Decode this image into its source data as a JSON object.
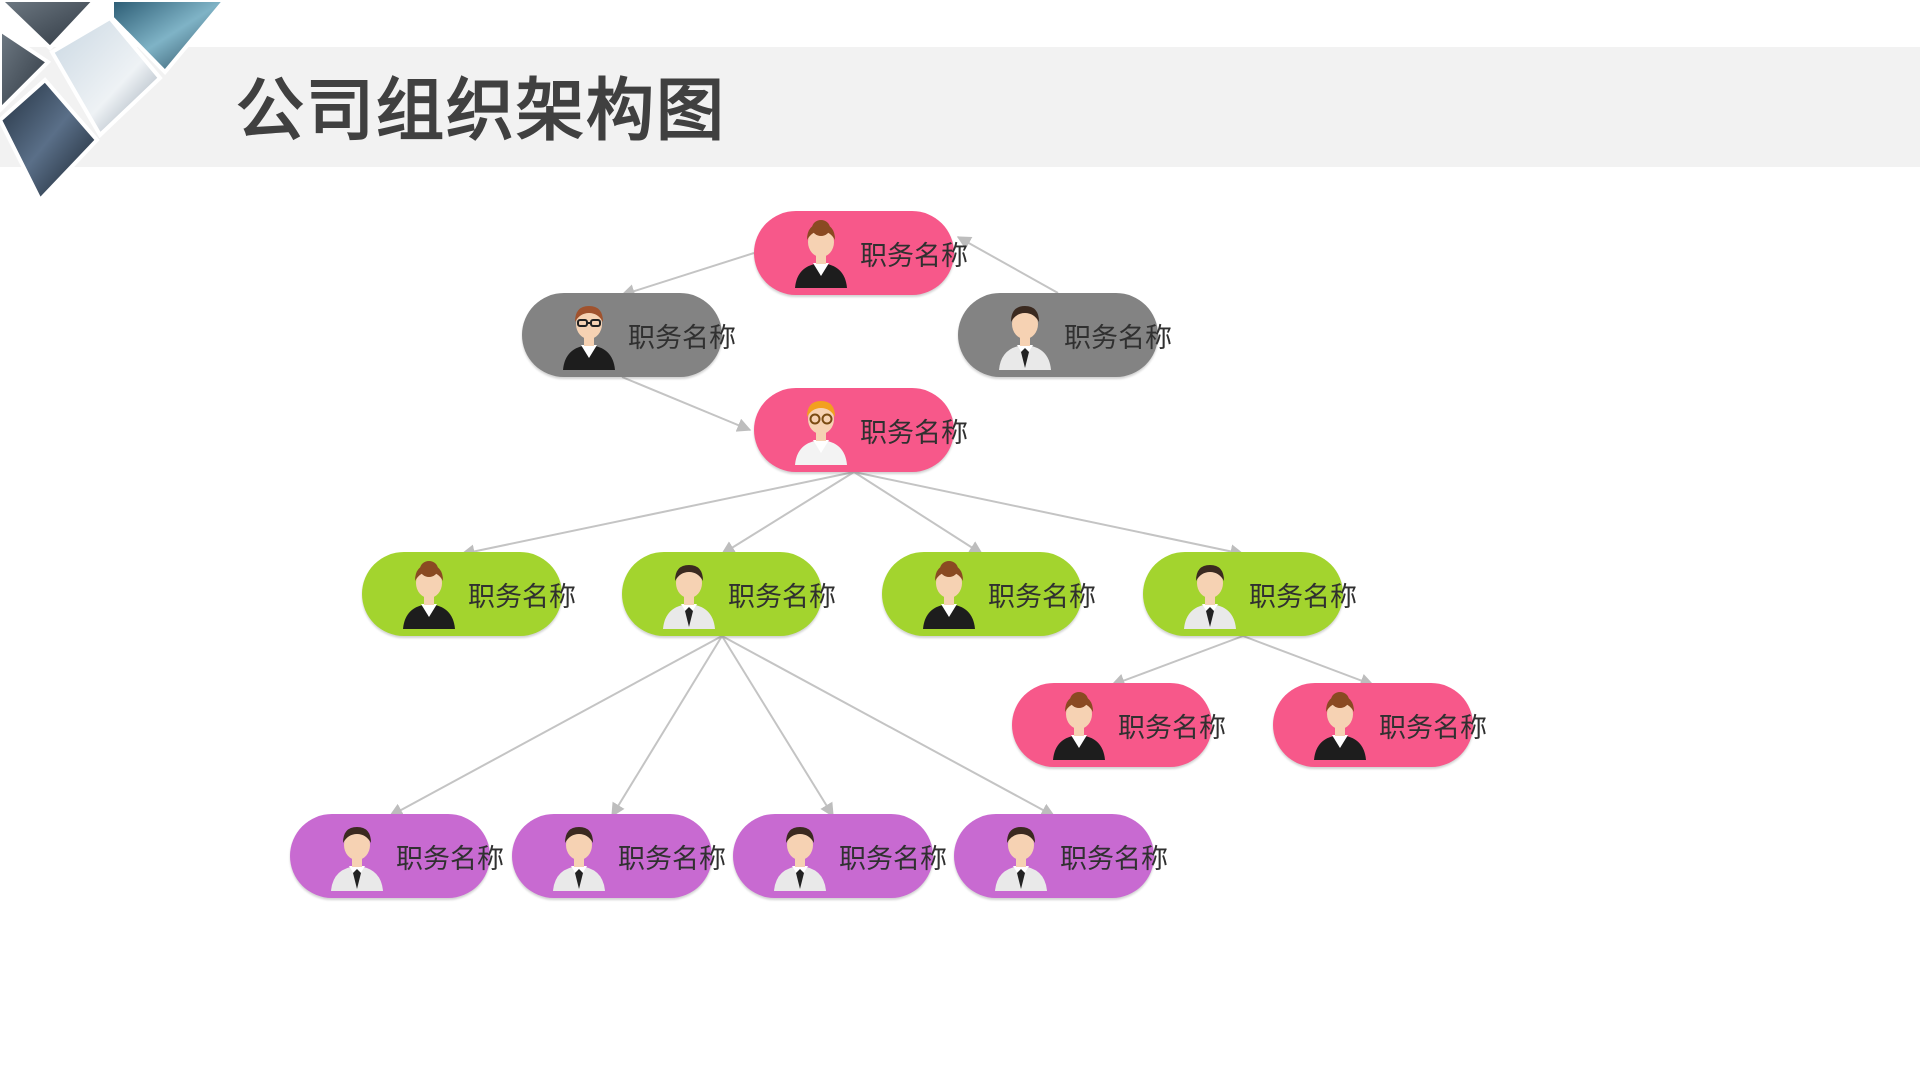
{
  "title": "公司组织架构图",
  "colors": {
    "pink": "#f7588a",
    "gray": "#838383",
    "green": "#a3d42e",
    "purple": "#c86ad1",
    "connector": "#c4c4c4"
  },
  "nodes": [
    {
      "id": "n1",
      "label": "职务名称",
      "color": "pink",
      "avatar": "woman-dark"
    },
    {
      "id": "n2",
      "label": "职务名称",
      "color": "gray",
      "avatar": "man-glasses-vest"
    },
    {
      "id": "n3",
      "label": "职务名称",
      "color": "gray",
      "avatar": "man-tie"
    },
    {
      "id": "n4",
      "label": "职务名称",
      "color": "pink",
      "avatar": "woman-blonde-glasses"
    },
    {
      "id": "n5",
      "label": "职务名称",
      "color": "green",
      "avatar": "woman-dark"
    },
    {
      "id": "n6",
      "label": "职务名称",
      "color": "green",
      "avatar": "man-tie"
    },
    {
      "id": "n7",
      "label": "职务名称",
      "color": "green",
      "avatar": "woman-dark"
    },
    {
      "id": "n8",
      "label": "职务名称",
      "color": "green",
      "avatar": "man-tie"
    },
    {
      "id": "n9",
      "label": "职务名称",
      "color": "pink",
      "avatar": "woman-dark"
    },
    {
      "id": "n10",
      "label": "职务名称",
      "color": "pink",
      "avatar": "woman-dark"
    },
    {
      "id": "n11",
      "label": "职务名称",
      "color": "purple",
      "avatar": "man-tie"
    },
    {
      "id": "n12",
      "label": "职务名称",
      "color": "purple",
      "avatar": "man-tie"
    },
    {
      "id": "n13",
      "label": "职务名称",
      "color": "purple",
      "avatar": "man-tie"
    },
    {
      "id": "n14",
      "label": "职务名称",
      "color": "purple",
      "avatar": "man-tie"
    }
  ],
  "links": [
    [
      "n1",
      "n2"
    ],
    [
      "n3",
      "n1"
    ],
    [
      "n2",
      "n4"
    ],
    [
      "n4",
      "n5"
    ],
    [
      "n4",
      "n6"
    ],
    [
      "n4",
      "n7"
    ],
    [
      "n4",
      "n8"
    ],
    [
      "n8",
      "n9"
    ],
    [
      "n8",
      "n10"
    ],
    [
      "n6",
      "n11"
    ],
    [
      "n6",
      "n12"
    ],
    [
      "n6",
      "n13"
    ],
    [
      "n6",
      "n14"
    ]
  ]
}
